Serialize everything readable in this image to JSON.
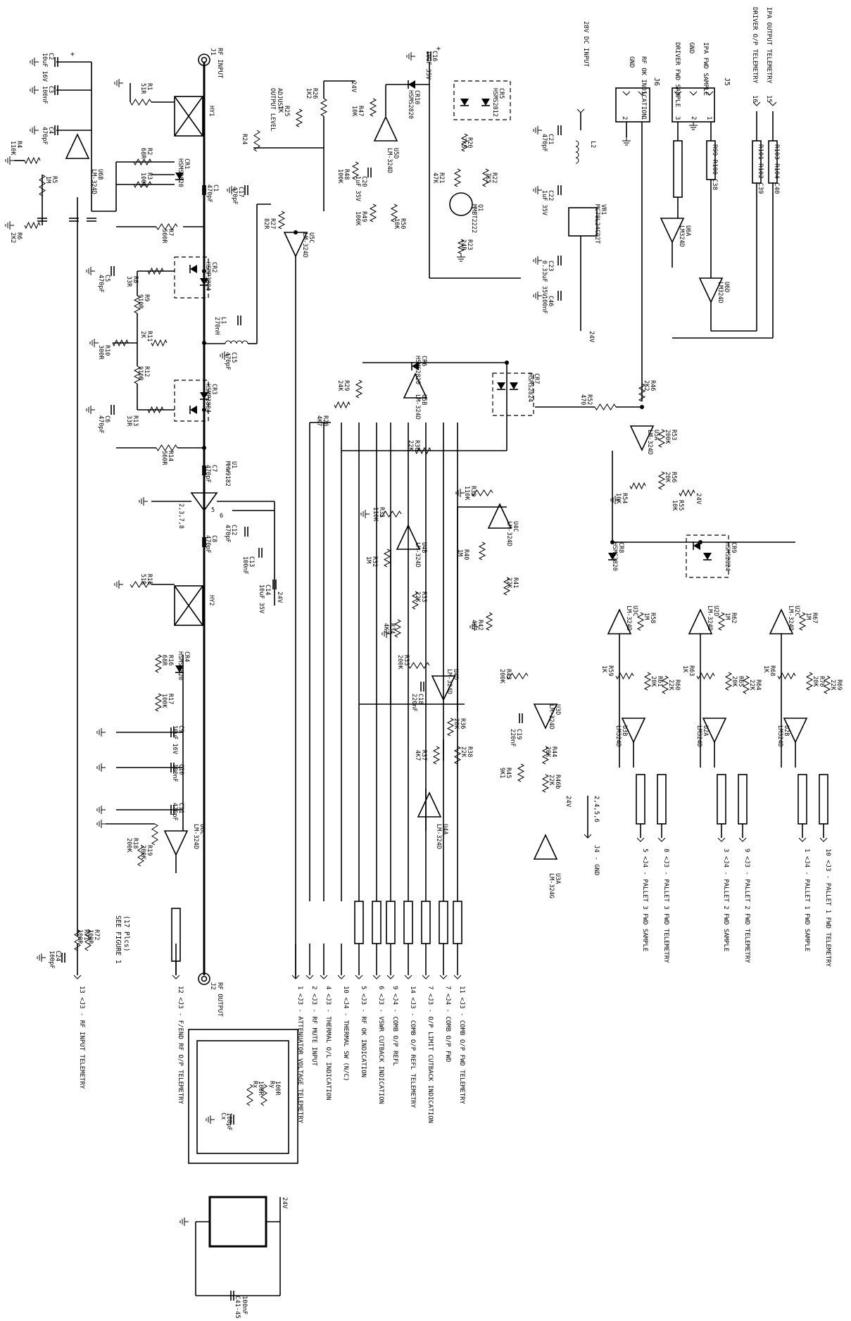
{
  "connectors": {
    "j1": {
      "ref": "J1",
      "name": "RF INPUT"
    },
    "j2": {
      "ref": "J2",
      "name": "RF OUTPUT"
    },
    "j5": {
      "ref": "J5",
      "pins": [
        "1",
        "2",
        "3"
      ],
      "labels": [
        "IPA FWD SAMPLE",
        "GND",
        "DRIVER FWD SAMPLE"
      ]
    },
    "j6": {
      "ref": "J6",
      "pins": [
        "1",
        "2"
      ],
      "labels": [
        "RF OK INDICATION",
        "GND"
      ]
    },
    "e1": "28V DC INPUT",
    "telemetry_top": [
      "DRIVER O/P TELEMETRY",
      "IPA OUTPUT TELEMETRY"
    ],
    "telemetry_pins": [
      "16",
      "15"
    ],
    "j4gnd": "J4 - GND",
    "j4gnd_pins": "2,4,5,6"
  },
  "bottom_signals": [
    {
      "num": "13",
      "conn": "J3",
      "label": "RF INPUT TELEMETRY"
    },
    {
      "num": "12",
      "conn": "J3",
      "label": "F/END RF O/P TELEMETRY"
    },
    {
      "num": "1",
      "conn": "J3",
      "label": "ATTENUATOR VOLTAGE TELEMETRY"
    },
    {
      "num": "2",
      "conn": "J3",
      "label": "RF MUTE INPUT"
    },
    {
      "num": "4",
      "conn": "J3",
      "label": "THERMAL O/L INDICATION"
    },
    {
      "num": "10",
      "conn": "J4",
      "label": "THERMAL SW (N/C)"
    },
    {
      "num": "5",
      "conn": "J3",
      "label": "RF OK INDICATION"
    },
    {
      "num": "6",
      "conn": "J3",
      "label": "VSWR CUTBACK INDICATION"
    },
    {
      "num": "9",
      "conn": "J4",
      "label": "COMB O/P REFL"
    },
    {
      "num": "14",
      "conn": "J3",
      "label": "COMB O/P REFL TELEMETRY"
    },
    {
      "num": "7",
      "conn": "J3",
      "label": "O/P LIMIT CUTBACK INDICATION"
    },
    {
      "num": "7",
      "conn": "J4",
      "label": "COMB O/P FWD"
    },
    {
      "num": "11",
      "conn": "J3",
      "label": "COMB O/P FWD TELEMETRY"
    }
  ],
  "right_signals": [
    {
      "num": "5",
      "conn": "J4",
      "label": "PALLET 3 FWD SAMPLE"
    },
    {
      "num": "8",
      "conn": "J3",
      "label": "PALLET 3 FWD TELEMETRY"
    },
    {
      "num": "3",
      "conn": "J4",
      "label": "PALLET 2 FWD SAMPLE"
    },
    {
      "num": "9",
      "conn": "J3",
      "label": "PALLET 2 FWD TELEMETRY"
    },
    {
      "num": "1",
      "conn": "J4",
      "label": "PALLET 1 FWD SAMPLE"
    },
    {
      "num": "10",
      "conn": "J3",
      "label": "PALLET 1 FWD TELEMETRY"
    }
  ],
  "note": {
    "line1": "SEE FIGURE 1",
    "line2": "(17 Plcs)"
  },
  "ferrite_groups": [
    "R99 R100 C38",
    "R101 R102 C39",
    "R103 R104 C40"
  ],
  "power": {
    "v24": "24V",
    "decoupling": "C41-45",
    "decoupling_val": "100nF"
  },
  "inset": {
    "rx": "Rx",
    "rx_val": "100R",
    "ry": "Ry",
    "ry_val": "100R",
    "cx": "Cx",
    "cx_val": "100pF"
  },
  "components": [
    {
      "ref": "HY1",
      "val": ""
    },
    {
      "ref": "HY2",
      "val": ""
    },
    {
      "ref": "R1",
      "val": "51R"
    },
    {
      "ref": "R2",
      "val": "68R"
    },
    {
      "ref": "R3",
      "val": "100K"
    },
    {
      "ref": "CR1",
      "val": "HSMS2820"
    },
    {
      "ref": "C1",
      "val": "470pF"
    },
    {
      "ref": "C2",
      "val": "10uF 16V"
    },
    {
      "ref": "C3",
      "val": "100nF"
    },
    {
      "ref": "C4",
      "val": "470pF"
    },
    {
      "ref": "R4",
      "val": "110K"
    },
    {
      "ref": "R5",
      "val": "1M"
    },
    {
      "ref": "R6",
      "val": "2K2"
    },
    {
      "ref": "U6B",
      "val": "LM-324D"
    },
    {
      "ref": "R7",
      "val": "560R"
    },
    {
      "ref": "CR2",
      "val": "HSMP3804"
    },
    {
      "ref": "C5",
      "val": "470pF"
    },
    {
      "ref": "R8",
      "val": "33R"
    },
    {
      "ref": "R9",
      "val": "910R"
    },
    {
      "ref": "L1",
      "val": "270nH"
    },
    {
      "ref": "R10",
      "val": "300R"
    },
    {
      "ref": "R11",
      "val": "2K"
    },
    {
      "ref": "C15",
      "val": "470pF"
    },
    {
      "ref": "R12",
      "val": "910R"
    },
    {
      "ref": "CR3",
      "val": "HSMP3804"
    },
    {
      "ref": "C6",
      "val": "470pF"
    },
    {
      "ref": "R13",
      "val": "33R"
    },
    {
      "ref": "R14",
      "val": "560R"
    },
    {
      "ref": "C7",
      "val": "470pF"
    },
    {
      "ref": "U1",
      "val": "MHW9182"
    },
    {
      "ref": "C12",
      "val": "470pF"
    },
    {
      "ref": "C13",
      "val": "100nF"
    },
    {
      "ref": "C14",
      "val": "10uF 35V"
    },
    {
      "ref": "C8",
      "val": "470pF"
    },
    {
      "ref": "R15",
      "val": "51R"
    },
    {
      "ref": "CR4",
      "val": "HSMS2820"
    },
    {
      "ref": "R16",
      "val": "68R"
    },
    {
      "ref": "R17",
      "val": "100K"
    },
    {
      "ref": "C9",
      "val": "10uF 16V"
    },
    {
      "ref": "C10",
      "val": "100nF"
    },
    {
      "ref": "C11",
      "val": "470pF"
    },
    {
      "ref": "R18",
      "val": "200K"
    },
    {
      "ref": "R19",
      "val": "200K"
    },
    {
      "ref": "U6C",
      "val": "LM-324D"
    },
    {
      "ref": "R24",
      "val": ""
    },
    {
      "ref": "R25",
      "val": "1K"
    },
    {
      "ref": "R26",
      "val": "1K2"
    },
    {
      "ref": "C17",
      "val": "470pF"
    },
    {
      "ref": "R27",
      "val": "82R"
    },
    {
      "ref": "U5C",
      "val": "LM-324D"
    },
    {
      "ref": "C16",
      "val": "10uF 35V"
    },
    {
      "ref": "CR10",
      "val": "HSMS2820"
    },
    {
      "ref": "R47",
      "val": "10K"
    },
    {
      "ref": "U5D",
      "val": "LM-324D"
    },
    {
      "ref": "R48",
      "val": "100K"
    },
    {
      "ref": "C20",
      "val": "1uF 35V"
    },
    {
      "ref": "R49",
      "val": "100K"
    },
    {
      "ref": "R50",
      "val": "10K"
    },
    {
      "ref": "CR5",
      "val": "HSMS2812"
    },
    {
      "ref": "R20",
      "val": "7K5"
    },
    {
      "ref": "R21",
      "val": "47K"
    },
    {
      "ref": "R22",
      "val": "7K5"
    },
    {
      "ref": "Q1",
      "val": "MMBT2222"
    },
    {
      "ref": "R23",
      "val": "24R"
    },
    {
      "ref": "C21",
      "val": "470pF"
    },
    {
      "ref": "L2",
      "val": ""
    },
    {
      "ref": "C22",
      "val": "1uF 35V"
    },
    {
      "ref": "VR1",
      "val": "MC78L24CD2T"
    },
    {
      "ref": "C23",
      "val": "0.33uF 35V"
    },
    {
      "ref": "C46",
      "val": "100nF"
    },
    {
      "ref": "U6A",
      "val": "LM324D"
    },
    {
      "ref": "U6D",
      "val": "LM324D"
    },
    {
      "ref": "R29",
      "val": "24K"
    },
    {
      "ref": "R28",
      "val": "4K7"
    },
    {
      "ref": "CR6",
      "val": "HSMS2820"
    },
    {
      "ref": "U5B",
      "val": "LM-324D"
    },
    {
      "ref": "R30",
      "val": "22K"
    },
    {
      "ref": "CR7",
      "val": "HSMS2824"
    },
    {
      "ref": "R52",
      "val": "470"
    },
    {
      "ref": "R46",
      "val": "2K2"
    },
    {
      "ref": "U5A",
      "val": "LM-324D"
    },
    {
      "ref": "R53",
      "val": "200K"
    },
    {
      "ref": "R54",
      "val": "10K"
    },
    {
      "ref": "R56",
      "val": "20K"
    },
    {
      "ref": "R55",
      "val": "10K"
    },
    {
      "ref": "R31",
      "val": "110K"
    },
    {
      "ref": "R32",
      "val": "1M"
    },
    {
      "ref": "U4B",
      "val": "LM-324D"
    },
    {
      "ref": "R33",
      "val": "22K"
    },
    {
      "ref": "R34",
      "val": "4K7"
    },
    {
      "ref": "R39",
      "val": "110K"
    },
    {
      "ref": "R40",
      "val": "1M"
    },
    {
      "ref": "U4C",
      "val": "LM-324D"
    },
    {
      "ref": "R41",
      "val": "22K"
    },
    {
      "ref": "R42",
      "val": "4K7"
    },
    {
      "ref": "CR8",
      "val": "HSMS2820"
    },
    {
      "ref": "CR9",
      "val": "HSMS2824"
    },
    {
      "ref": "R35",
      "val": "200K"
    },
    {
      "ref": "C18",
      "val": "220nF"
    },
    {
      "ref": "U4D",
      "val": "LM-324D"
    },
    {
      "ref": "R36",
      "val": "20K"
    },
    {
      "ref": "R37",
      "val": "4K7"
    },
    {
      "ref": "R38",
      "val": "22K"
    },
    {
      "ref": "U4A",
      "val": "LM-324D"
    },
    {
      "ref": "R43",
      "val": "200K"
    },
    {
      "ref": "C19",
      "val": "220nF"
    },
    {
      "ref": "U3D",
      "val": "LM-324D"
    },
    {
      "ref": "R44",
      "val": "20K"
    },
    {
      "ref": "R45",
      "val": "9K1"
    },
    {
      "ref": "R46b",
      "val": "22K"
    },
    {
      "ref": "U3A",
      "val": "LM-324G"
    },
    {
      "ref": "U3C",
      "val": "LM-324D"
    },
    {
      "ref": "R58",
      "val": "1M"
    },
    {
      "ref": "R59",
      "val": "1K"
    },
    {
      "ref": "R61",
      "val": "20K"
    },
    {
      "ref": "R60",
      "val": "22K"
    },
    {
      "ref": "U3B",
      "val": "LM324D"
    },
    {
      "ref": "U2D",
      "val": "LM-324D"
    },
    {
      "ref": "R62",
      "val": "1M"
    },
    {
      "ref": "R63",
      "val": "1K"
    },
    {
      "ref": "R65",
      "val": "20K"
    },
    {
      "ref": "R64",
      "val": "22K"
    },
    {
      "ref": "U2A",
      "val": "LM324D"
    },
    {
      "ref": "U2C",
      "val": "LM-324D"
    },
    {
      "ref": "R67",
      "val": "1M"
    },
    {
      "ref": "R68",
      "val": "1K"
    },
    {
      "ref": "R70",
      "val": "20K"
    },
    {
      "ref": "R69",
      "val": "22K"
    },
    {
      "ref": "U2B",
      "val": "LM324D"
    },
    {
      "ref": "R71",
      "val": "100R"
    },
    {
      "ref": "R72",
      "val": "100R"
    },
    {
      "ref": "C24",
      "val": "100pF"
    }
  ],
  "labels": {
    "output_level": "OUTPUT LEVEL ADJUST"
  }
}
